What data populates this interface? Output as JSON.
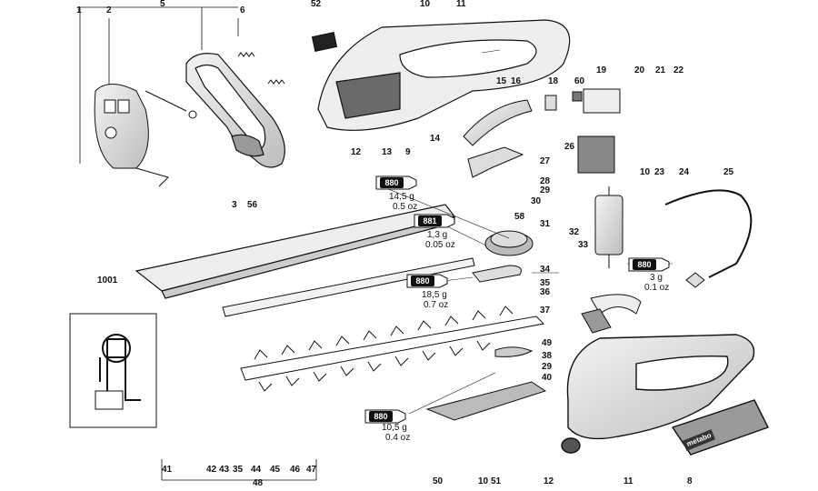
{
  "parts": {
    "p1": "1",
    "p2": "2",
    "p5": "5",
    "p6": "6",
    "p52": "52",
    "p10a": "10",
    "p11a": "11",
    "p3": "3",
    "p56": "56",
    "p12a": "12",
    "p13": "13",
    "p9": "9",
    "p14": "14",
    "p15": "15",
    "p16": "16",
    "p18": "18",
    "p60": "60",
    "p19": "19",
    "p20": "20",
    "p21": "21",
    "p22": "22",
    "p26": "26",
    "p27": "27",
    "p10b": "10",
    "p23": "23",
    "p24": "24",
    "p25": "25",
    "p28": "28",
    "p29a": "29",
    "p30": "30",
    "p58": "58",
    "p31": "31",
    "p32": "32",
    "p33": "33",
    "p34": "34",
    "p35": "35",
    "p36": "36",
    "p37": "37",
    "p1001": "1001",
    "p49": "49",
    "p38": "38",
    "p29b": "29",
    "p40": "40",
    "p41": "41",
    "p42": "42",
    "p43": "43",
    "p35b": "35",
    "p44": "44",
    "p45": "45",
    "p46": "46",
    "p47": "47",
    "p48": "48",
    "p50": "50",
    "p10c": "10",
    "p51": "51",
    "p12b": "12",
    "p11b": "11",
    "p8": "8"
  },
  "lubricants": [
    {
      "code": "880",
      "amount": "14,5 g",
      "amount_oz": "0.5 oz"
    },
    {
      "code": "881",
      "amount": "1,3 g",
      "amount_oz": "0.05 oz"
    },
    {
      "code": "880",
      "amount": "18,5 g",
      "amount_oz": "0.7 oz"
    },
    {
      "code": "880",
      "amount": "3 g",
      "amount_oz": "0.1 oz"
    },
    {
      "code": "880",
      "amount": "10,5 g",
      "amount_oz": "0.4 oz"
    }
  ],
  "brand_mark": "metabo",
  "colors": {
    "line": "#111111",
    "fill": "#ffffff",
    "shade": "#cfcfcf",
    "dark": "#6a6a6a"
  }
}
